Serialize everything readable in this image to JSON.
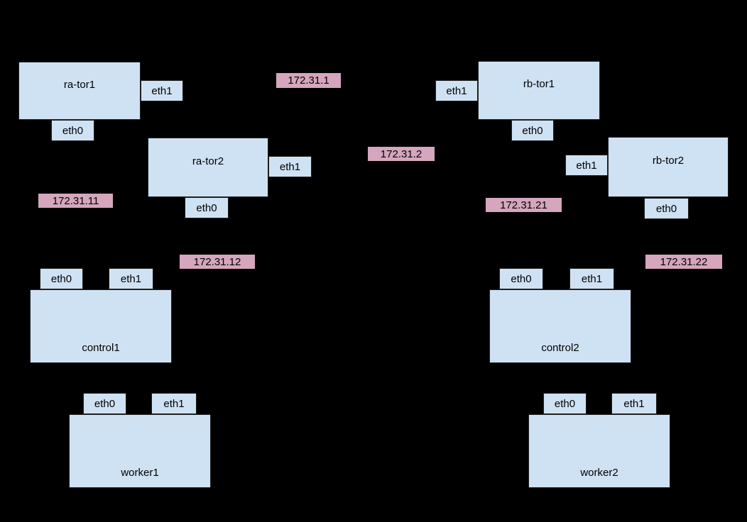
{
  "diagram": {
    "type": "network-topology",
    "description_visible_text_only": true
  },
  "colors": {
    "background": "#000000",
    "node_fill": "#cfe2f3",
    "node_border": "#1f1f1f",
    "ip_label_fill": "#d5a6bd",
    "text": "#000000"
  },
  "nodes": [
    {
      "id": "ra-tor1",
      "label": "ra-tor1",
      "ports": [
        "eth0",
        "eth1"
      ]
    },
    {
      "id": "ra-tor2",
      "label": "ra-tor2",
      "ports": [
        "eth0",
        "eth1"
      ]
    },
    {
      "id": "rb-tor1",
      "label": "rb-tor1",
      "ports": [
        "eth0",
        "eth1"
      ]
    },
    {
      "id": "rb-tor2",
      "label": "rb-tor2",
      "ports": [
        "eth0",
        "eth1"
      ]
    },
    {
      "id": "control1",
      "label": "control1",
      "ports": [
        "eth0",
        "eth1"
      ]
    },
    {
      "id": "control2",
      "label": "control2",
      "ports": [
        "eth0",
        "eth1"
      ]
    },
    {
      "id": "worker1",
      "label": "worker1",
      "ports": [
        "eth0",
        "eth1"
      ]
    },
    {
      "id": "worker2",
      "label": "worker2",
      "ports": [
        "eth0",
        "eth1"
      ]
    }
  ],
  "ip_labels": [
    {
      "text": "172.31.1"
    },
    {
      "text": "172.31.2"
    },
    {
      "text": "172.31.11"
    },
    {
      "text": "172.31.12"
    },
    {
      "text": "172.31.21"
    },
    {
      "text": "172.31.22"
    }
  ]
}
